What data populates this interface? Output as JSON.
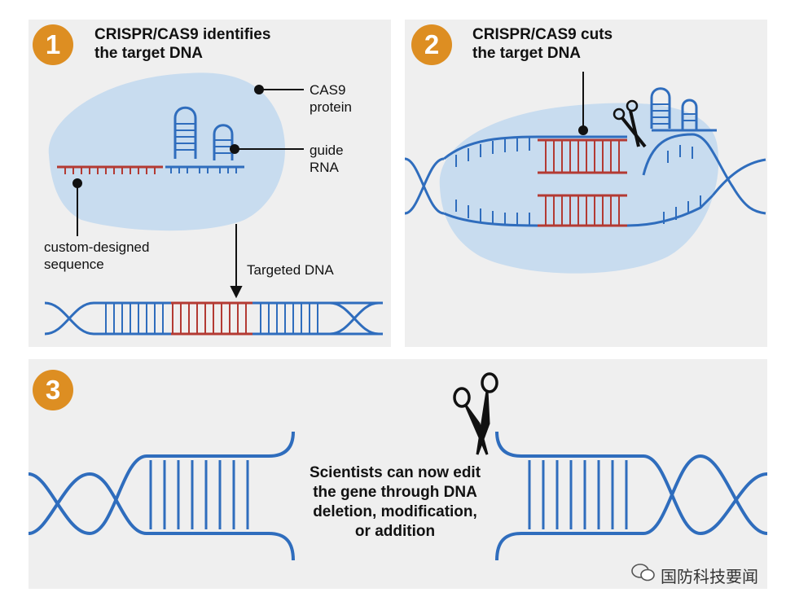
{
  "panel1": {
    "badge": "1",
    "title_line1": "CRISPR/CAS9 identifies",
    "title_line2": "the target DNA",
    "label_cas9_line1": "CAS9",
    "label_cas9_line2": "protein",
    "label_guide_line1": "guide",
    "label_guide_line2": "RNA",
    "label_custom_line1": "custom-designed",
    "label_custom_line2": "sequence",
    "label_targeted": "Targeted DNA"
  },
  "panel2": {
    "badge": "2",
    "title_line1": "CRISPR/CAS9 cuts",
    "title_line2": "the target DNA"
  },
  "panel3": {
    "badge": "3",
    "text_line1": "Scientists can now edit",
    "text_line2": "the gene through DNA",
    "text_line3": "deletion, modification,",
    "text_line4": "or addition"
  },
  "watermark": "国防科技要闻",
  "colors": {
    "dna_blue": "#2f6dbd",
    "target_red": "#b33a33",
    "protein": "#c8dcef",
    "badge": "#dd8e22",
    "panel": "#efefef"
  }
}
